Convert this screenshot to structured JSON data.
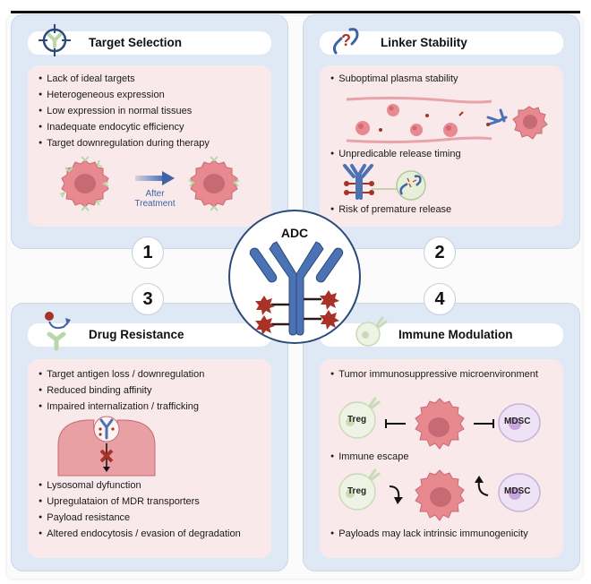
{
  "center": {
    "label": "ADC"
  },
  "steps": [
    "1",
    "2",
    "3",
    "4"
  ],
  "colors": {
    "panel_bg": "#dfe9f6",
    "panel_body": "#f9e9ea",
    "antibody_blue": "#4a72b5",
    "payload_red": "#a83228",
    "cell_pink": "#e8898f",
    "nucleus": "#c66a73",
    "receptor_green": "#b9d7a8",
    "mdsc_purple": "#e8dcf0"
  },
  "panels": {
    "target_selection": {
      "title": "Target Selection",
      "icon": "crosshair-target-icon",
      "bullets": [
        "Lack of ideal targets",
        "Heterogeneous expression",
        "Low expression in normal tissues",
        "Inadequate endocytic efficiency",
        "Target downregulation during therapy"
      ],
      "arrow_label_1": "After",
      "arrow_label_2": "Treatment"
    },
    "linker_stability": {
      "title": "Linker Stability",
      "icon": "broken-link-question-icon",
      "bullets": [
        "Suboptimal plasma stability",
        "Unpredicable release timing",
        "Risk of premature release"
      ]
    },
    "drug_resistance": {
      "title": "Drug Resistance",
      "icon": "drug-efflux-icon",
      "bullets_top": [
        "Target antigen loss / downregulation",
        "Reduced binding affinity",
        "Impaired internalization / trafficking"
      ],
      "bullets_bottom": [
        "Lysosomal dyfunction",
        "Upregulataion of MDR transporters",
        "Payload resistance",
        "Altered endocytosis / evasion of degradation"
      ]
    },
    "immune_modulation": {
      "title": "Immune Modulation",
      "icon": "immune-cell-icon",
      "bullets": [
        "Tumor immunosuppressive microenvironment",
        "Immune escape",
        "Payloads may lack intrinsic immunogenicity"
      ],
      "cell_labels": {
        "treg": "Treg",
        "mdsc": "MDSC"
      }
    }
  }
}
